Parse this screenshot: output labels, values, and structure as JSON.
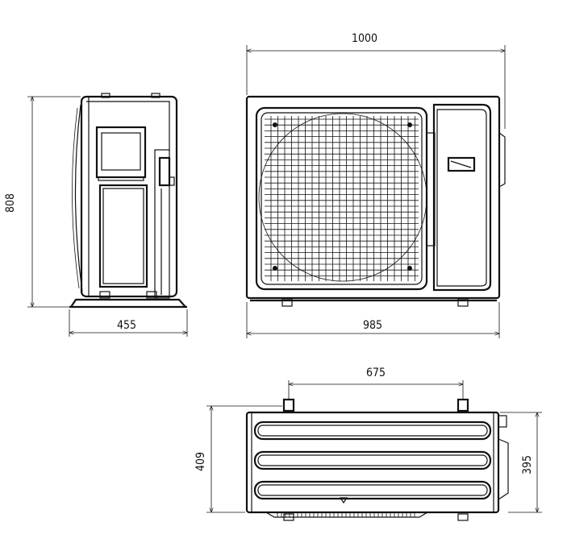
{
  "dimensions": {
    "front_width_top": "1000",
    "front_width_bottom": "985",
    "side_height": "808",
    "side_depth": "455",
    "bottom_mount_spacing": "675",
    "bottom_depth_left": "409",
    "bottom_depth_right": "395"
  },
  "colors": {
    "line": "#111111",
    "background": "#ffffff"
  }
}
